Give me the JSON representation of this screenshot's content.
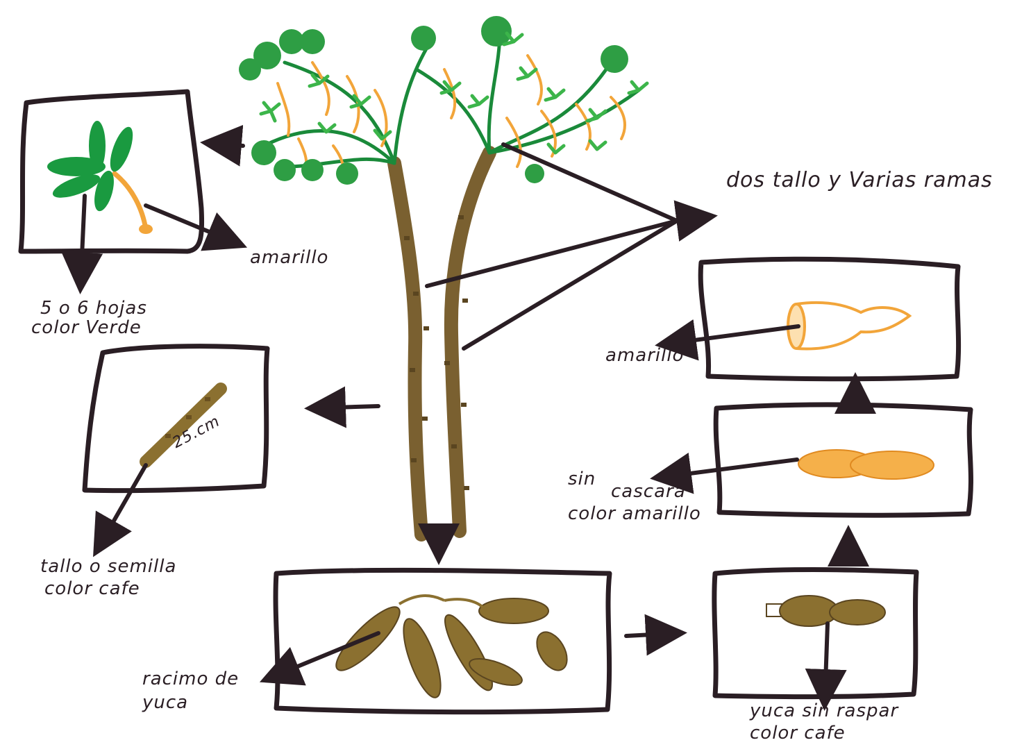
{
  "labels": {
    "stems_branches": "dos tallo y Varias ramas",
    "leaf_stalk_color": "amarillo",
    "leaves_count": "5 o 6 hojas",
    "leaves_color": "color Verde",
    "stem_seed": "tallo o semilla",
    "stem_seed_color": "color cafe",
    "stem_length": "25.cm",
    "cluster": "racimo de",
    "cluster_2": "yuca",
    "unpeeled": "yuca sin raspar",
    "unpeeled_color": "color cafe",
    "peeled_1": "sin",
    "peeled_2": "cascara",
    "peeled_3": "color amarillo",
    "cut_color": "amarillo"
  },
  "colors": {
    "ink": "#2a1e24",
    "brown": "#7a6030",
    "olive": "#8b7030",
    "green_dark": "#1a8a3a",
    "green_light": "#3cb54a",
    "orange": "#f2a53a"
  }
}
